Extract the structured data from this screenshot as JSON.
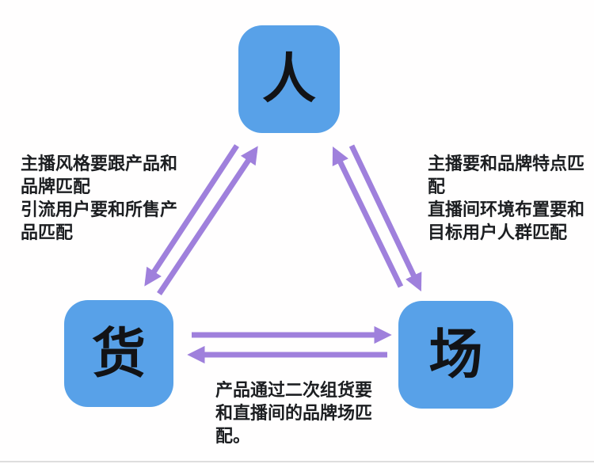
{
  "colors": {
    "node_blue": "#58a1e8",
    "arrow_purple": "#9f80dc",
    "text_dark": "#1c1e21",
    "background": "#fffefe",
    "edge_gray": "#cccccc"
  },
  "diagram": {
    "nodes": [
      {
        "id": "person",
        "label": "人"
      },
      {
        "id": "goods",
        "label": "货"
      },
      {
        "id": "venue",
        "label": "场"
      }
    ],
    "relations": [
      {
        "from": "person",
        "to": "goods",
        "bidirectional": true
      },
      {
        "from": "person",
        "to": "venue",
        "bidirectional": true
      },
      {
        "from": "goods",
        "to": "venue",
        "bidirectional": true
      }
    ],
    "annotations": {
      "left": {
        "lines": [
          "主播风格要跟产品和品牌匹配",
          "引流用户要和所售产品匹配"
        ]
      },
      "right": {
        "lines": [
          "主播要和品牌特点匹配",
          "直播间环境布置要和目标用户人群匹配"
        ]
      },
      "bottom": {
        "lines": [
          "产品通过二次组货要和直播间的品牌场匹配。"
        ]
      }
    }
  }
}
